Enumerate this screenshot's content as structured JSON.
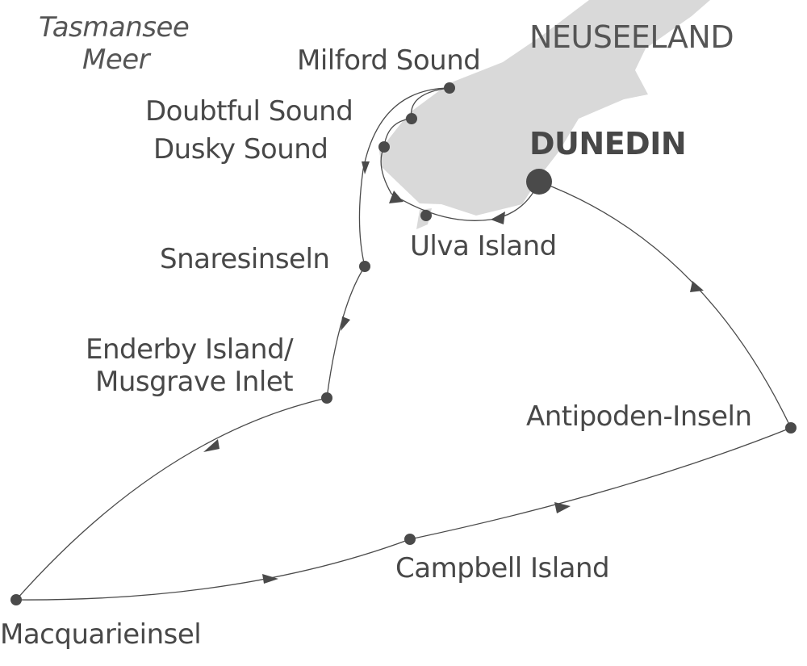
{
  "sea_labels": [
    "Tasmansee",
    "Meer"
  ],
  "country": "NEUSEELAND",
  "port": "DUNEDIN",
  "stops": {
    "milford": "Milford Sound",
    "doubtful": "Doubtful Sound",
    "dusky": "Dusky Sound",
    "ulva": "Ulva Island",
    "snares": "Snaresinseln",
    "enderby1": "Enderby Island/",
    "enderby2": "Musgrave Inlet",
    "antipoden": "Antipoden-Inseln",
    "campbell": "Campbell Island",
    "macquarie": "Macquarieinsel"
  },
  "colors": {
    "land": "#d9d9d9",
    "route": "#4a4a4a",
    "text": "#484848"
  }
}
